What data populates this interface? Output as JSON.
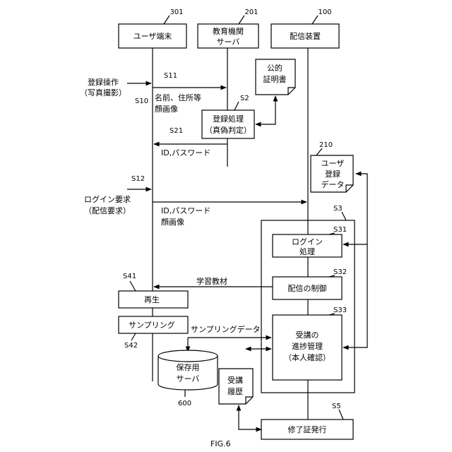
{
  "entities": {
    "user_terminal": {
      "ref": "301",
      "label": "ユーザ端末"
    },
    "edu_server": {
      "ref": "201",
      "line1": "教育機関",
      "line2": "サーバ"
    },
    "delivery": {
      "ref": "100",
      "label": "配信装置"
    }
  },
  "documents": {
    "certificate": {
      "line1": "公的",
      "line2": "証明書"
    },
    "user_data": {
      "ref": "210",
      "line1": "ユーザ",
      "line2": "登録",
      "line3": "データ"
    },
    "history": {
      "line1": "受講",
      "line2": "履歴"
    }
  },
  "steps": {
    "s10": {
      "id": "S10",
      "line1": "登録操作",
      "line2": "（写真撮影）"
    },
    "s11": {
      "id": "S11",
      "line1": "名前、住所等",
      "line2": "顔画像"
    },
    "s2": {
      "id": "S2",
      "line1": "登録処理",
      "line2": "（真偽判定）"
    },
    "s21": {
      "id": "S21",
      "label": "ID,パスワード"
    },
    "s12": {
      "id": "S12",
      "line1": "ログイン要求",
      "line2": "（配信要求）"
    },
    "s12_msg": {
      "line1": "ID,パスワード",
      "line2": "顔画像"
    },
    "s3": {
      "id": "S3"
    },
    "s31": {
      "id": "S31",
      "line1": "ログイン",
      "line2": "処理"
    },
    "s32": {
      "id": "S32",
      "label": "配信の制御"
    },
    "s32_msg": {
      "label": "学習教材"
    },
    "s33": {
      "id": "S33",
      "line1": "受講の",
      "line2": "進捗管理",
      "line3": "（本人確認）"
    },
    "s41": {
      "id": "S41",
      "label": "再生"
    },
    "s42": {
      "id": "S42",
      "label": "サンプリング"
    },
    "s42_msg": {
      "label": "サンプリングデータ"
    },
    "storage": {
      "ref": "600",
      "line1": "保存用",
      "line2": "サーバ"
    },
    "s5": {
      "id": "S5",
      "label": "修了証発行"
    }
  },
  "figure_label": "FIG.6"
}
